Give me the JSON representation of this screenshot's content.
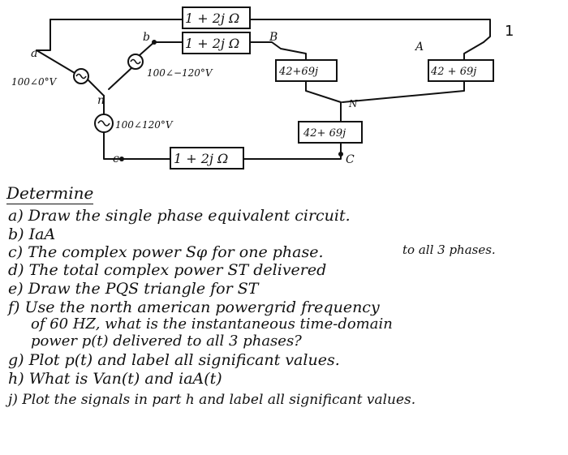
{
  "page_number": "1",
  "circuit": {
    "top_impedance": "1 + 2j Ω",
    "mid_impedance": "1 + 2j Ω",
    "bottom_impedance": "1 + 2j Ω",
    "load_B": "42+69j",
    "load_A": "42 + 69j",
    "load_C": "42+ 69j",
    "source_a": "100∠0°V",
    "source_b": "100∠−120°V",
    "source_c": "100∠120°V",
    "node_a": "a",
    "node_b": "b",
    "node_c": "c",
    "node_n": "n",
    "node_A": "A",
    "node_B": "B",
    "node_C": "C",
    "node_N": "N"
  },
  "heading": "Determine",
  "questions": [
    "a) Draw the single phase equivalent circuit.",
    "b) IaA",
    "c) The complex power Sφ for one phase.",
    "to all 3 phases.",
    "d) The total complex power ST delivered",
    "e) Draw the PQS triangle for ST",
    "f) Use the north american powergrid frequency",
    "of 60 HZ, what is the instantaneous time-domain",
    "power p(t) delivered to all 3 phases?",
    "g) Plot p(t) and label all significant values.",
    "h) What is Van(t) and iaA(t)",
    "j) Plot the signals in part h and label all significant values."
  ]
}
